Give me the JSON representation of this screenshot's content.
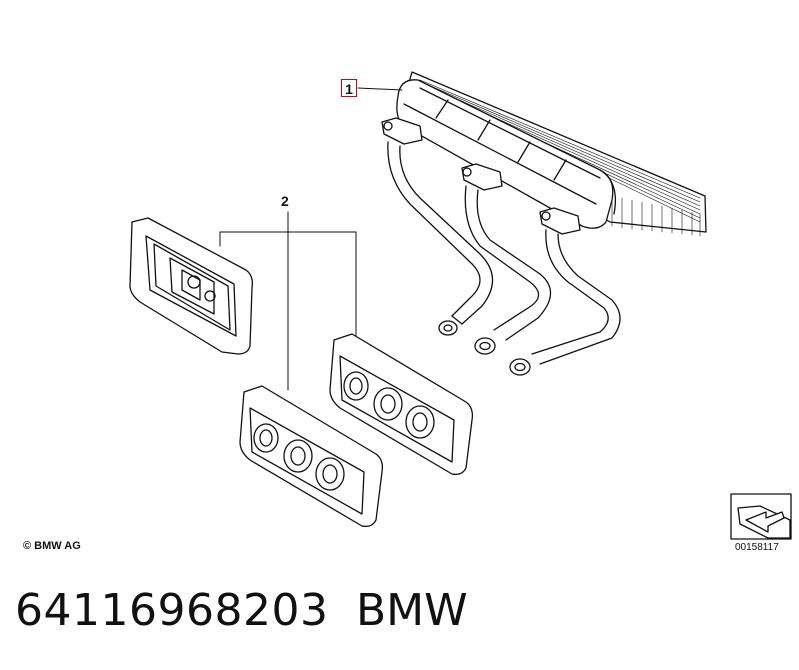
{
  "callouts": {
    "one": "1",
    "two": "2"
  },
  "footer": {
    "copyright": "© BMW AG",
    "diagram_id": "00158117"
  },
  "caption": {
    "part_number": "64116968203",
    "brand": "BMW"
  },
  "colors": {
    "line": "#111111",
    "callout_box": "#d0021b",
    "background": "#ffffff"
  },
  "icons": [
    "arrow-corner-icon"
  ]
}
